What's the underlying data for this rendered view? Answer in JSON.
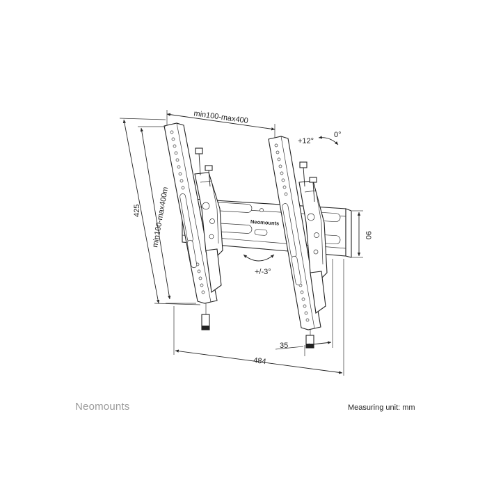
{
  "brand": "Neomounts",
  "measuring_unit": "Measuring unit: mm",
  "plate_logo": "Neomounts",
  "dimensions": {
    "vesa_width": "min100-max400",
    "vesa_height": "min100-max400m",
    "total_height": "425",
    "total_width": "484",
    "depth": "35",
    "rail_height": "90",
    "tilt_forward": "+12°",
    "tilt_back": "0°",
    "rotation": "+/-3°"
  }
}
